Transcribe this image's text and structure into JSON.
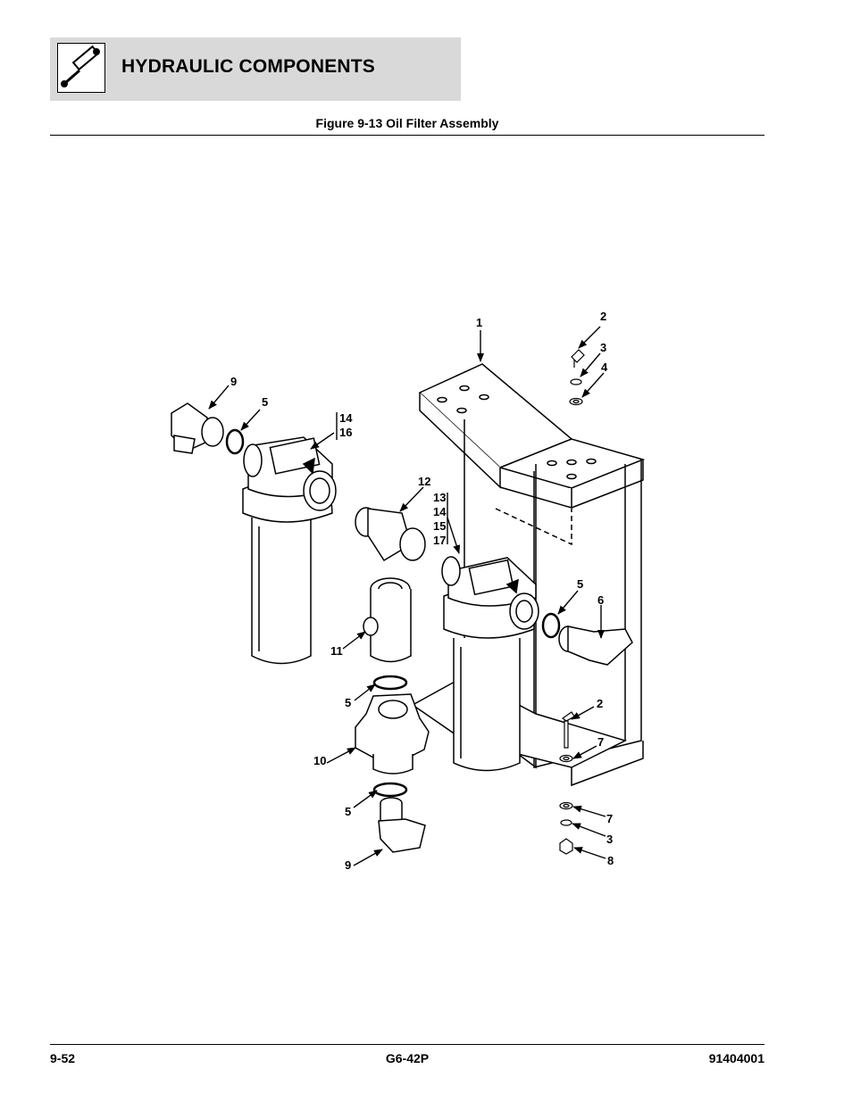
{
  "header": {
    "section_title": "HYDRAULIC COMPONENTS",
    "icon": "hydraulic-cylinder-icon"
  },
  "figure": {
    "caption": "Figure 9-13 Oil Filter Assembly",
    "callouts": {
      "c1": "1",
      "c2a": "2",
      "c3a": "3",
      "c4": "4",
      "c9a": "9",
      "c5a": "5",
      "c14a": "14",
      "c16": "16",
      "c12": "12",
      "c13": "13",
      "c14b": "14",
      "c15": "15",
      "c17": "17",
      "c5b": "5",
      "c6": "6",
      "c11": "11",
      "c5c": "5",
      "c2b": "2",
      "c7a": "7",
      "c10": "10",
      "c5d": "5",
      "c7b": "7",
      "c3b": "3",
      "c9b": "9",
      "c8": "8"
    }
  },
  "footer": {
    "page": "9-52",
    "model": "G6-42P",
    "doc_number": "91404001"
  }
}
